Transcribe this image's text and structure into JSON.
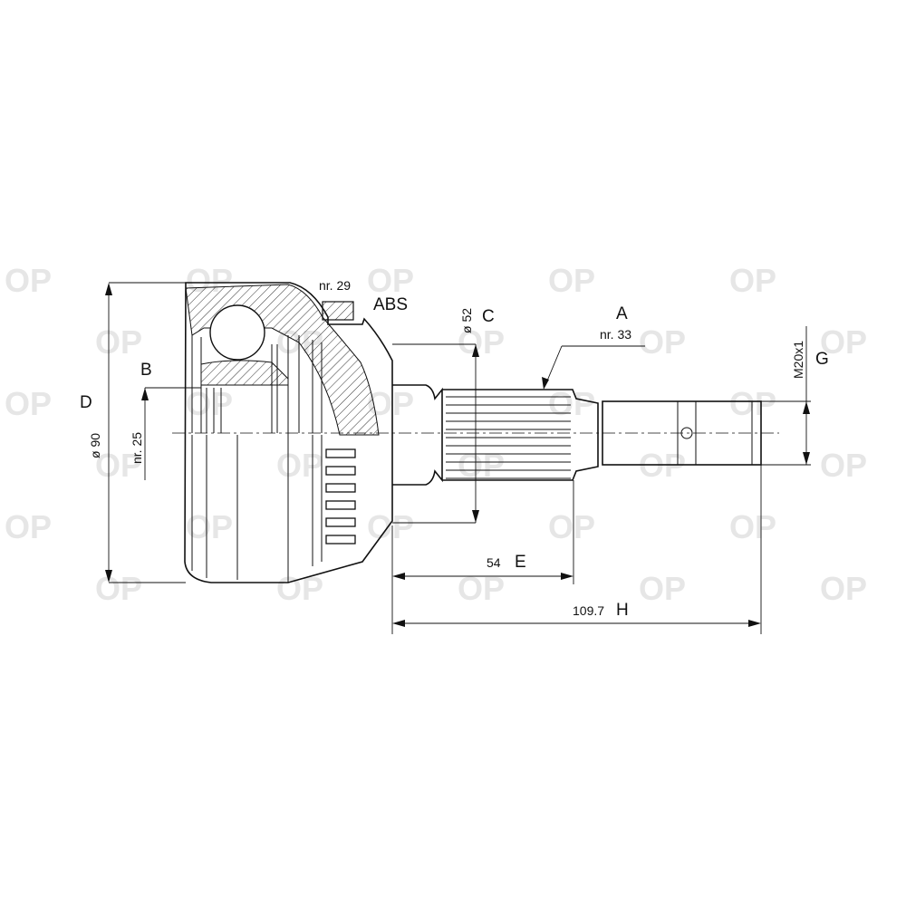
{
  "watermark": {
    "text": "OP",
    "color": "#e6e6e6"
  },
  "colors": {
    "line": "#111111",
    "hatch": "#333333",
    "background": "#ffffff"
  },
  "labels": {
    "nr29": "nr. 29",
    "abs": "ABS",
    "c_letter": "C",
    "c_value": "ø 52",
    "a_letter": "A",
    "a_value": "nr. 33",
    "b_letter": "B",
    "b_value": "nr. 25",
    "d_letter": "D",
    "d_value": "ø 90",
    "g_letter": "G",
    "g_value": "M20x1",
    "e_letter": "E",
    "e_value": "54",
    "h_letter": "H",
    "h_value": "109.7"
  }
}
